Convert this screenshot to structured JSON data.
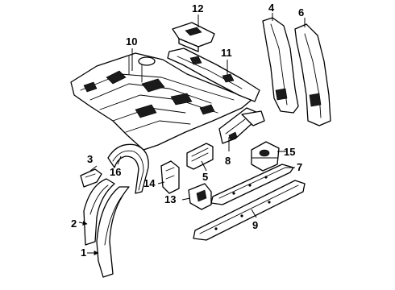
{
  "diagram": {
    "callouts": [
      {
        "label": "1"
      },
      {
        "label": "2"
      },
      {
        "label": "3"
      },
      {
        "label": "4"
      },
      {
        "label": "5"
      },
      {
        "label": "6"
      },
      {
        "label": "7"
      },
      {
        "label": "8"
      },
      {
        "label": "9"
      },
      {
        "label": "10"
      },
      {
        "label": "11"
      },
      {
        "label": "12"
      },
      {
        "label": "13"
      },
      {
        "label": "14"
      },
      {
        "label": "15"
      },
      {
        "label": "16"
      }
    ]
  }
}
